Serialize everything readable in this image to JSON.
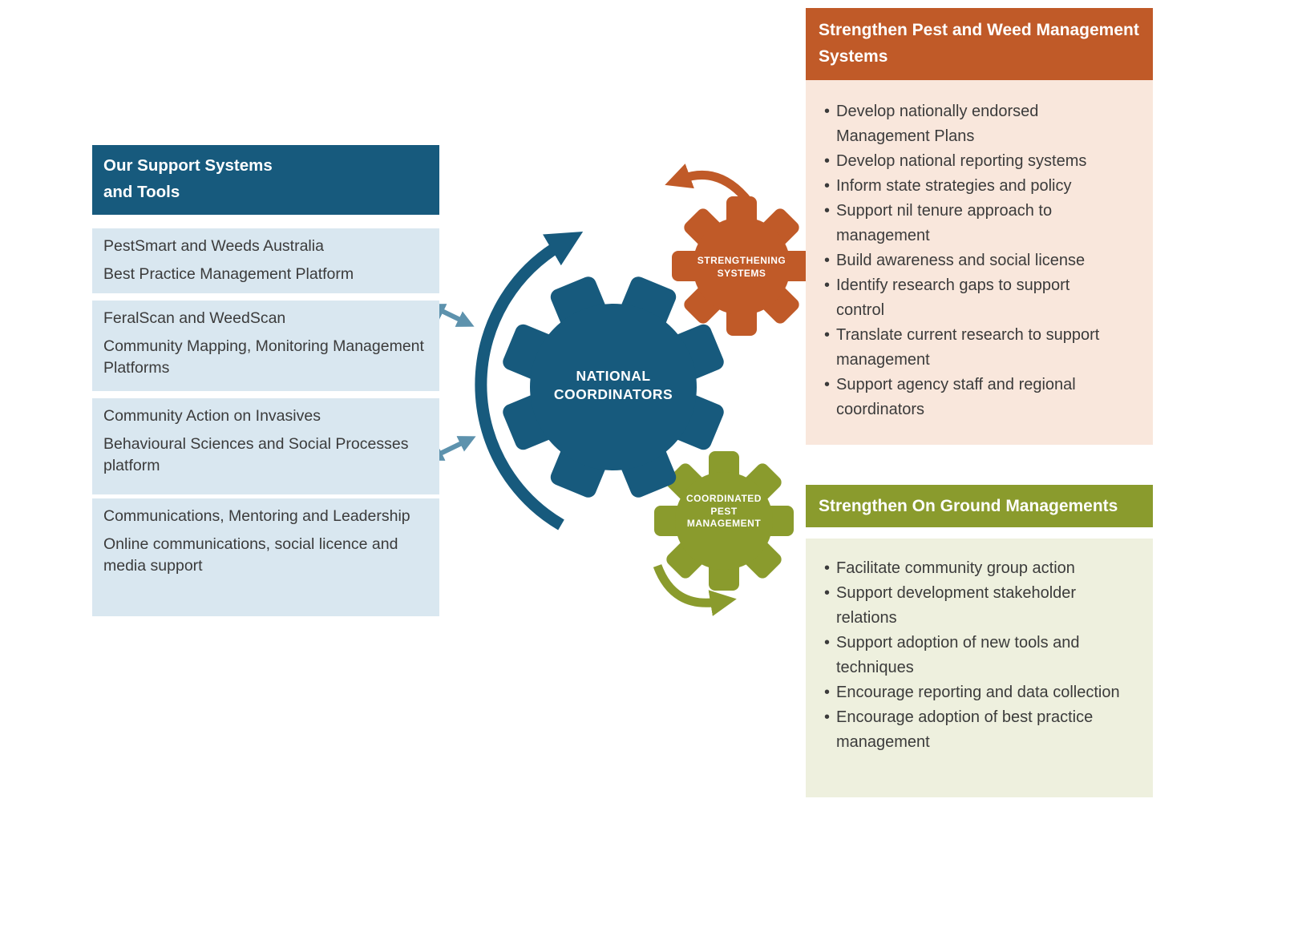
{
  "left_panel": {
    "header_line1": "Our Support Systems",
    "header_line2": "and Tools",
    "items": [
      {
        "title": "PestSmart and Weeds Australia",
        "subtitle": "Best Practice Management Platform"
      },
      {
        "title": "FeralScan and WeedScan",
        "subtitle": "Community Mapping, Monitoring Management Platforms"
      },
      {
        "title": "Community Action on Invasives",
        "subtitle": "Behavioural Sciences and Social Processes platform"
      },
      {
        "title": "Communications, Mentoring and Leadership",
        "subtitle": "Online communications, social licence and media support"
      }
    ]
  },
  "gears": {
    "national_coordinators": "NATIONAL COORDINATORS",
    "strengthening_systems": "STRENGTHENING SYSTEMS",
    "coordinated_pest_management": "COORDINATED PEST MANAGEMENT"
  },
  "right_top_panel": {
    "header": "Strengthen Pest and Weed Management Systems",
    "bullets": [
      "Develop nationally endorsed Management Plans",
      "Develop national reporting systems",
      "Inform state strategies and policy",
      "Support nil tenure approach to management",
      "Build awareness and social license",
      "Identify research gaps to support control",
      "Translate current research to support management",
      "Support agency staff and regional coordinators"
    ]
  },
  "right_bottom_panel": {
    "header": "Strengthen On Ground Managements",
    "bullets": [
      "Facilitate community group action",
      "Support development stakeholder relations",
      "Support adoption of new tools and techniques",
      "Encourage reporting and data collection",
      "Encourage adoption of best practice management"
    ]
  },
  "colors": {
    "teal": "#175a7d",
    "light_blue": "#d9e7f0",
    "orange": "#c05a28",
    "peach": "#f9e7dc",
    "olive": "#8a9b2d",
    "light_olive": "#eef0de",
    "steel_blue": "#5d92ad",
    "text": "#3b3b3b"
  }
}
